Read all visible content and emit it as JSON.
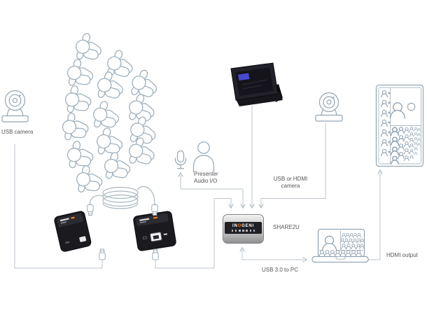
{
  "diagram": {
    "title_note": "AV room diagram with SHARE2U capture device",
    "labels": {
      "usb_camera_left": "USB camera",
      "presenter_line1": "Presenter",
      "presenter_line2": "Audio I/O",
      "usb_hdmi_camera_line1": "USB or HDMI",
      "usb_hdmi_camera_line2": "camera",
      "share2u": "SHARE2U",
      "usb3_pc": "USB 3.0 to PC",
      "hdmi_output": "HDMI output"
    },
    "device_logo": {
      "part1": "IN",
      "accent": "O",
      "part2": "GENI"
    },
    "icons": [
      "usb-camera-icon-left",
      "usb-camera-icon-right",
      "audience-crowd",
      "microphone-icon",
      "presenter-person-icon",
      "touch-panel-icon",
      "usb-extender-local-icon",
      "usb-extender-remote-icon",
      "cable-coil-icon",
      "usb-plug-icon",
      "share2u-device",
      "laptop-videocall-icon",
      "tv-display-icon"
    ],
    "colors": {
      "line": "#bcc6ce",
      "arrow": "#a7b4bf",
      "icon_stroke": "#93a5b4",
      "crowd_stroke": "#9fb0bd",
      "text": "#55565a",
      "accent_orange": "#f4801f",
      "device_black": "#1a1a1f"
    },
    "audience_count": 15
  }
}
